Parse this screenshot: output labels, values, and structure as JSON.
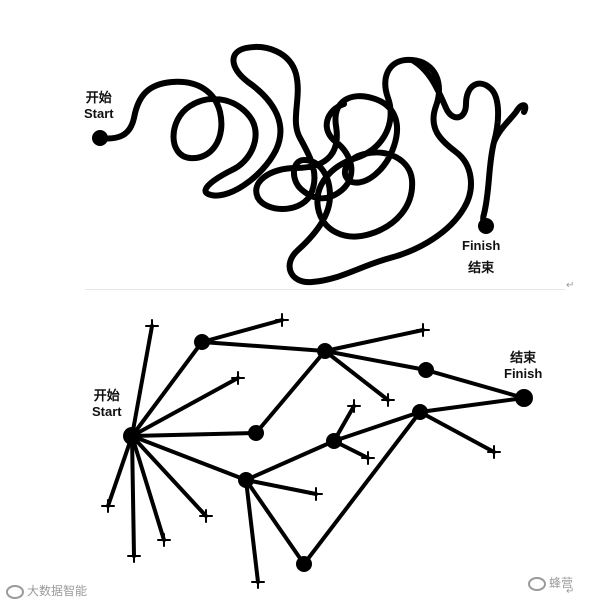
{
  "top": {
    "start_cn": "开始",
    "start_en": "Start",
    "finish_en": "Finish",
    "finish_cn": "结束"
  },
  "bottom": {
    "start_cn": "开始",
    "start_en": "Start",
    "finish_cn": "结束",
    "finish_en": "Finish"
  },
  "watermark_left": "大数据智能",
  "watermark_right": "蜂营",
  "colors": {
    "ink": "#000000",
    "background": "#ffffff"
  }
}
